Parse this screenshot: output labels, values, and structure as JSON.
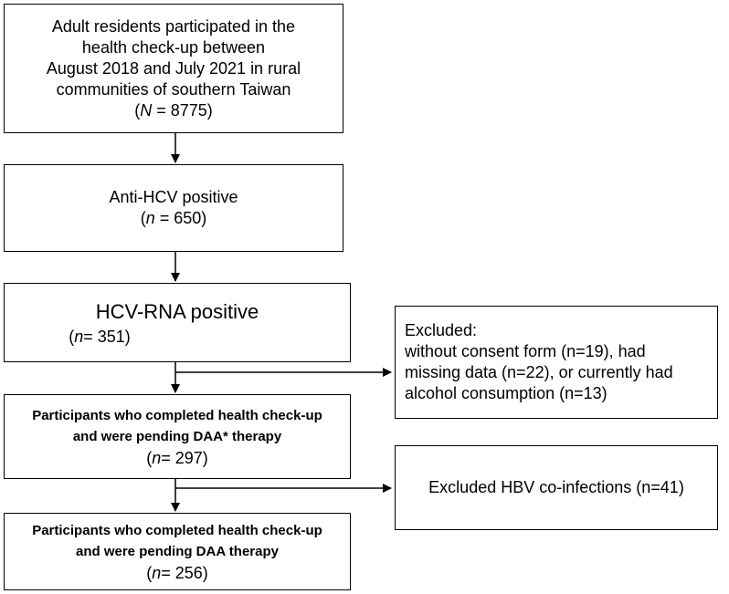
{
  "box1": {
    "lines": [
      "Adult residents  participated in the",
      "health check-up between",
      "August 2018 and July 2021 in rural",
      "communities of southern Taiwan"
    ],
    "n_var": "N",
    "n_rest": " = 8775)"
  },
  "box2": {
    "line": "Anti-HCV positive",
    "n_var": "n",
    "n_rest": " = 650)"
  },
  "box3": {
    "line": "HCV-RNA positive",
    "n_var": "n",
    "n_rest": "= 351)"
  },
  "box4": {
    "lines": [
      "Participants who completed health check-up",
      "and were pending DAA* therapy"
    ],
    "n_var": "n",
    "n_rest": "= 297)"
  },
  "box5": {
    "lines": [
      "Participants who completed health check-up",
      "and were pending DAA therapy"
    ],
    "n_var": "n",
    "n_rest": "= 256)"
  },
  "excl1": {
    "lines": [
      "Excluded:",
      "without consent form (n=19), had",
      "missing data (n=22), or currently had",
      "alcohol consumption (n=13)"
    ]
  },
  "excl2": {
    "line": "Excluded HBV co-infections  (n=41)"
  }
}
